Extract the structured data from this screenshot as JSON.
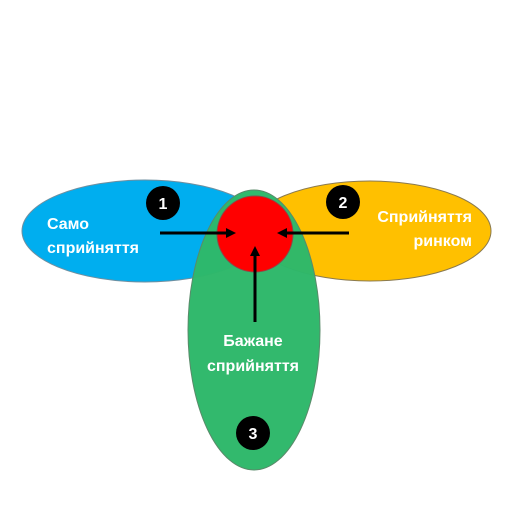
{
  "diagram": {
    "ellipses": [
      {
        "id": "self",
        "label_lines": [
          "Само",
          "сприйняття"
        ],
        "number": "1",
        "fill": "#00AEEF"
      },
      {
        "id": "market",
        "label_lines": [
          "Сприйняття",
          "ринком"
        ],
        "number": "2",
        "fill": "#FFC000"
      },
      {
        "id": "desired",
        "label_lines": [
          "Бажане",
          "сприйняття"
        ],
        "number": "3",
        "fill": "#2EB86A"
      }
    ],
    "center": {
      "fill": "#FF0000"
    },
    "number_badge_fill": "#000000",
    "arrow_color": "#000000",
    "outline_color": "#7F7F7F"
  }
}
